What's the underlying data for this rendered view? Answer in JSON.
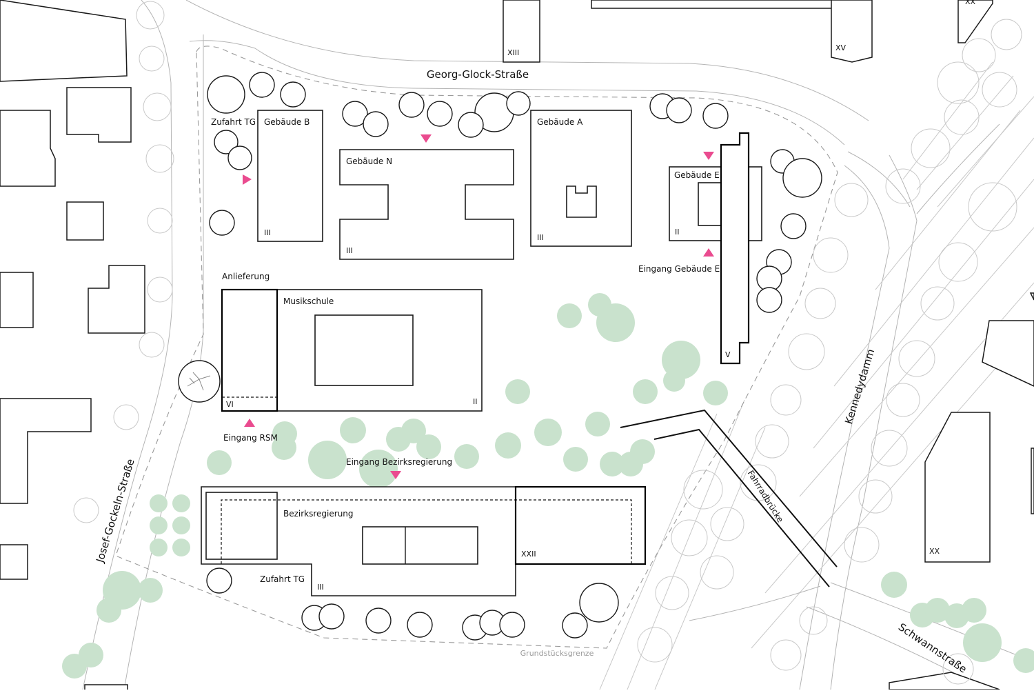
{
  "streets": {
    "georg_glock": "Georg-Glock-Straße",
    "josef_gockeln": "Josef-Gockeln-Straße",
    "kennedydamm": "Kennedydamm",
    "schwann": "Schwannstraße"
  },
  "buildings": {
    "a": {
      "label": "Gebäude A",
      "floors": "III"
    },
    "b": {
      "label": "Gebäude B",
      "floors": "III"
    },
    "n": {
      "label": "Gebäude N",
      "floors": "III"
    },
    "e": {
      "label": "Gebäude E",
      "floors": "II"
    },
    "e_tower_floors": "V",
    "musikschule": {
      "label": "Musikschule",
      "floors": "II",
      "annex_floors": "VI"
    },
    "bezirksregierung": {
      "label": "Bezirksregierung",
      "floors": "III",
      "tower_floors": "XXII"
    },
    "neighbor_floors": [
      "XIII",
      "XV",
      "XX",
      "XX"
    ]
  },
  "labels": {
    "zufahrt_tg_top": "Zufahrt TG",
    "zufahrt_tg_bottom": "Zufahrt TG",
    "anlieferung": "Anlieferung",
    "eingang_rsm": "Eingang RSM",
    "eingang_bezirksregierung": "Eingang Bezirksregierung",
    "eingang_gebaeude_e": "Eingang Gebäude E",
    "fahrradbruecke": "Fahrradbrücke",
    "grundstuecksgrenze": "Grundstücksgrenze"
  },
  "colors": {
    "entrance_marker": "#ea4b8f",
    "existing_tree": "#c9e2cd",
    "building_outline": "#1a1a1a",
    "street_line": "#b4b4b4"
  }
}
